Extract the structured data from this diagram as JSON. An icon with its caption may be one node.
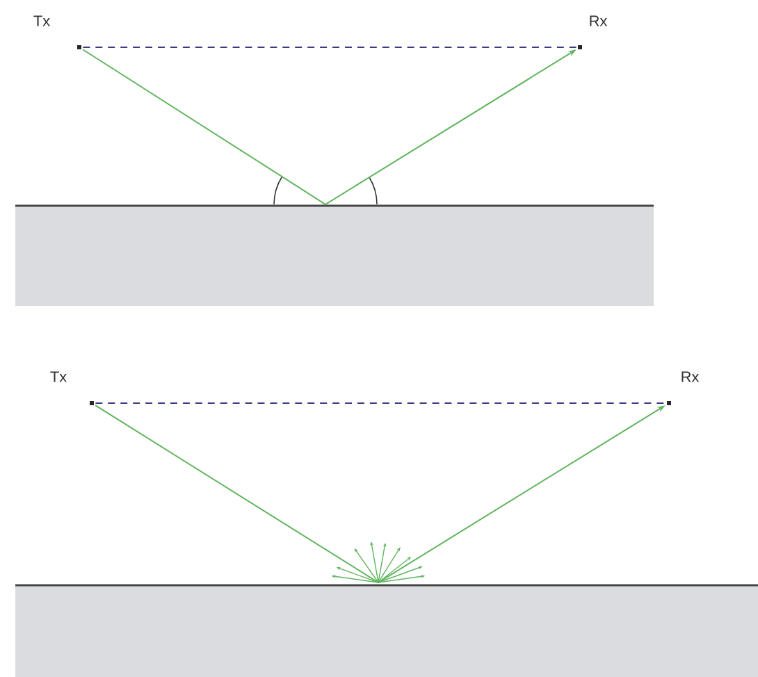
{
  "diagram": {
    "nodes": [
      {
        "text": [],
        "shape": "point",
        "beside": [
          "Tx"
        ]
      },
      {
        "text": [],
        "shape": "point",
        "beside": [
          "Rx"
        ]
      },
      {
        "text": [],
        "shape": "point",
        "beside": [
          "Tx"
        ]
      },
      {
        "text": [],
        "shape": "point",
        "beside": [
          "Rx"
        ]
      }
    ],
    "edges": [
      {
        "from": 0,
        "to": 1,
        "arrow": "none",
        "style": "dashed",
        "color": "#3b3b80"
      },
      {
        "from": 0,
        "to": 1,
        "arrow": "to",
        "color": "#5fb45f"
      },
      {
        "from": 2,
        "to": 3,
        "arrow": "none",
        "style": "dashed",
        "color": "#3b3b80"
      },
      {
        "from": 2,
        "to": 3,
        "arrow": "to",
        "color": "#5fb45f"
      }
    ]
  }
}
